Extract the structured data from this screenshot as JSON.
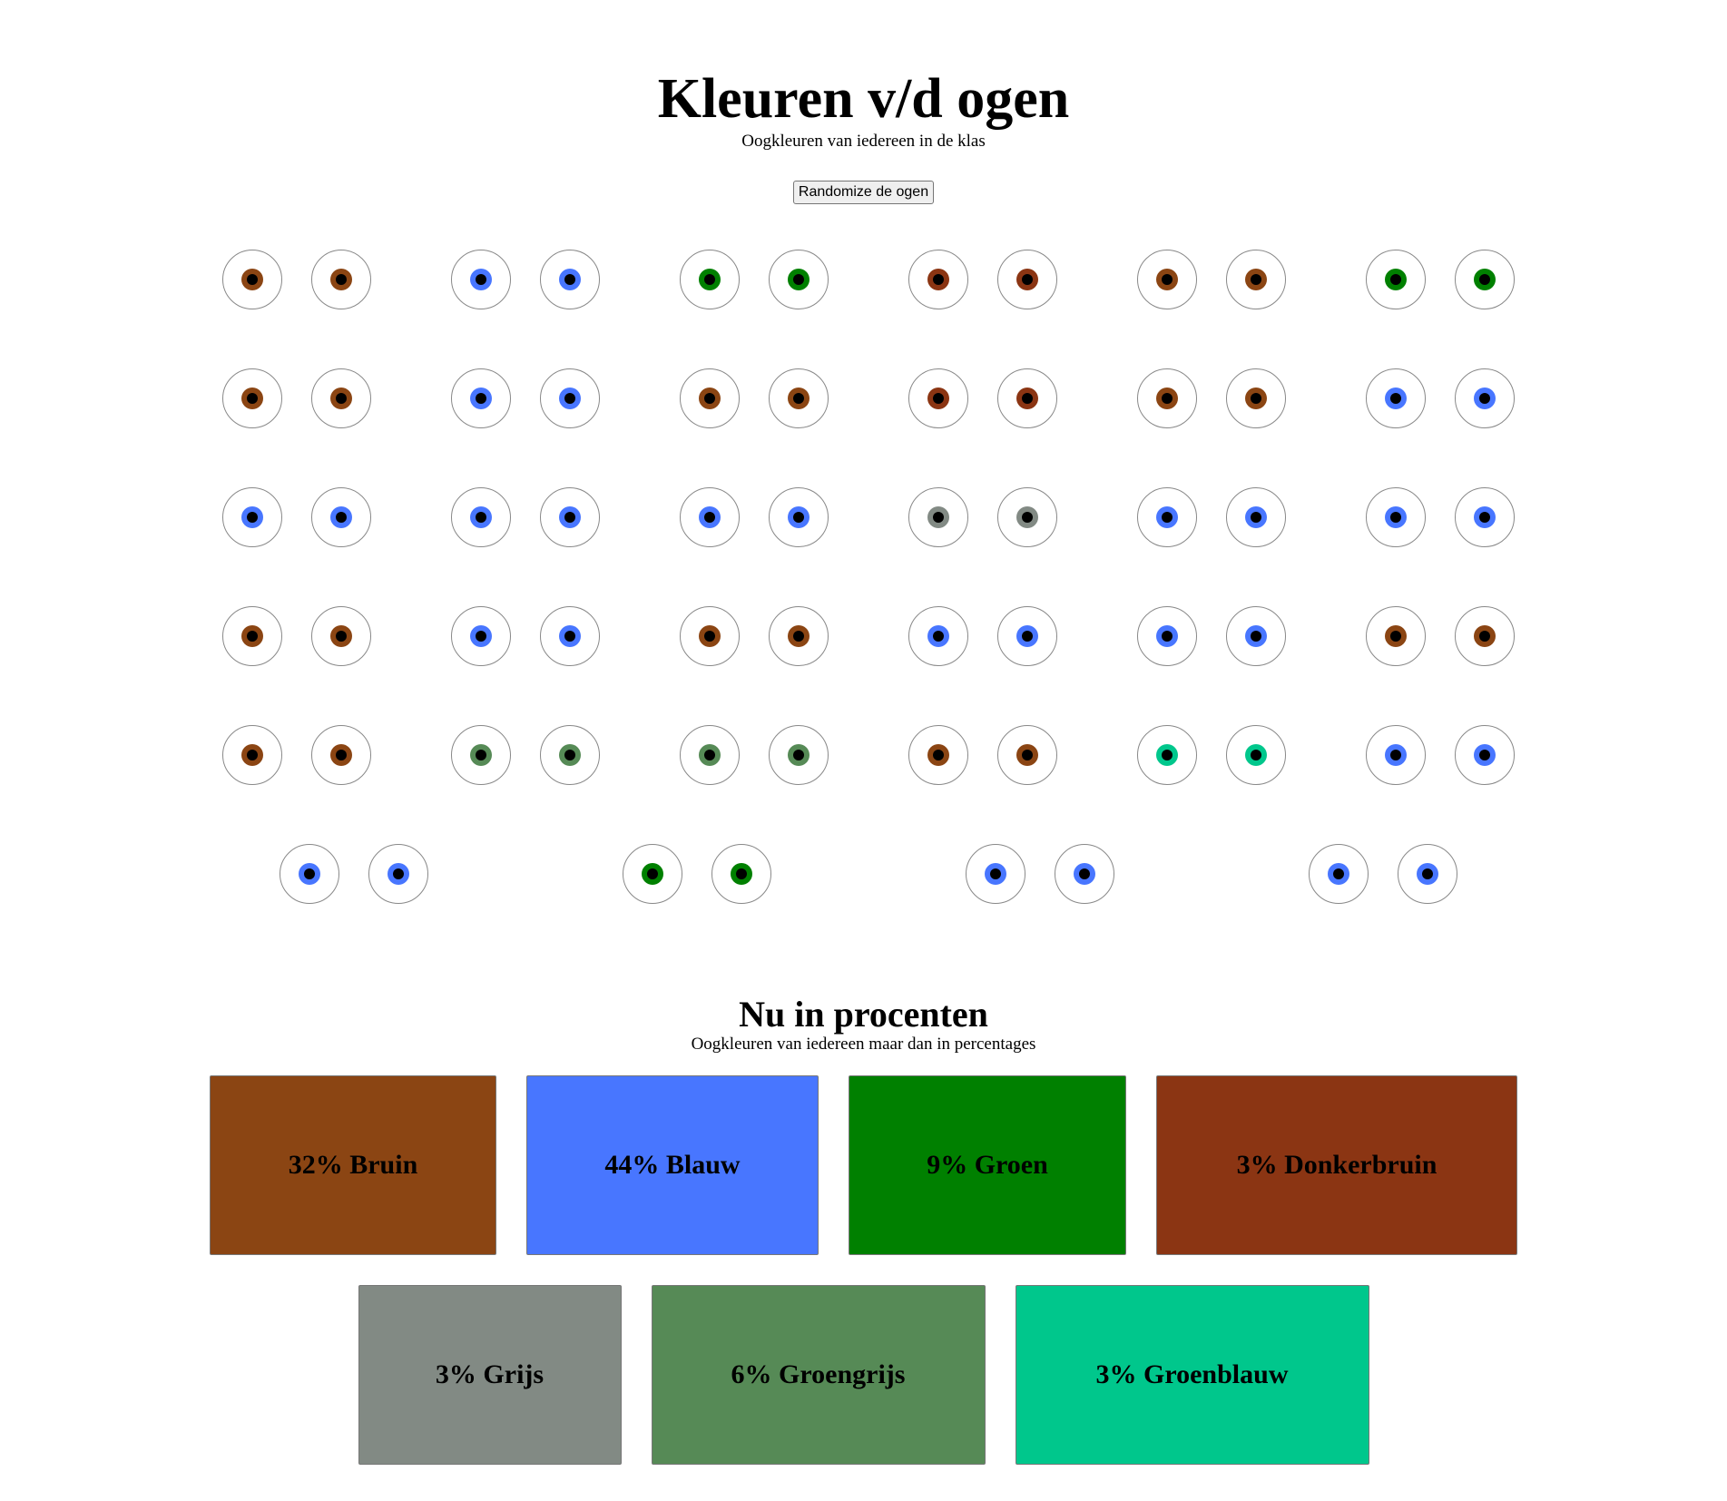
{
  "header": {
    "title": "Kleuren v/d ogen",
    "subtitle": "Oogkleuren van iedereen in de klas",
    "button_label": "Randomize de ogen"
  },
  "colors": {
    "bruin": "#8B4513",
    "blauw": "#4876FF",
    "groen": "#008000",
    "donkerbruin": "#8B3513",
    "grijs": "#828A84",
    "groengrijs": "#568A56",
    "groenblauw": "#00C78C"
  },
  "eye_rows": [
    [
      "bruin",
      "blauw",
      "groen",
      "donkerbruin",
      "bruin",
      "groen"
    ],
    [
      "bruin",
      "blauw",
      "bruin",
      "donkerbruin",
      "bruin",
      "blauw"
    ],
    [
      "blauw",
      "blauw",
      "blauw",
      "grijs",
      "blauw",
      "blauw"
    ],
    [
      "bruin",
      "blauw",
      "bruin",
      "blauw",
      "blauw",
      "bruin"
    ],
    [
      "bruin",
      "groengrijs",
      "groengrijs",
      "bruin",
      "groenblauw",
      "blauw"
    ],
    [
      "blauw",
      "groen",
      "blauw",
      "blauw"
    ]
  ],
  "percentages": {
    "title": "Nu in procenten",
    "subtitle": "Oogkleuren van iedereen maar dan in percentages",
    "rows": [
      [
        {
          "label": "32% Bruin",
          "color": "#8B4513"
        },
        {
          "label": "44% Blauw",
          "color": "#4876FF"
        },
        {
          "label": "9% Groen",
          "color": "#008000"
        },
        {
          "label": "3% Donkerbruin",
          "color": "#8B3513"
        }
      ],
      [
        {
          "label": "3% Grijs",
          "color": "#828A84"
        },
        {
          "label": "6% Groengrijs",
          "color": "#568A56"
        },
        {
          "label": "3% Groenblauw",
          "color": "#00C78C"
        }
      ]
    ]
  }
}
